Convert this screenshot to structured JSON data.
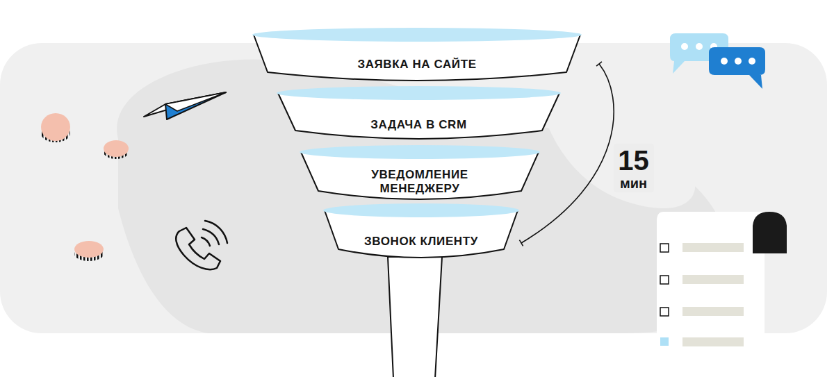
{
  "diagram": {
    "nodes": [
      {
        "text": [
          "ЗАЯВКА НА САЙТЕ"
        ]
      },
      {
        "text": [
          "ЗАДАЧА В CRM"
        ]
      },
      {
        "text": [
          "УВЕДОМЛЕНИЕ МЕНЕДЖЕРУ"
        ]
      },
      {
        "text": [
          "ЗВОНОК КЛИЕНТУ"
        ]
      }
    ],
    "edges": [
      {
        "from": 0,
        "to": 3,
        "arrow": "none",
        "label": "15 мин"
      }
    ]
  }
}
